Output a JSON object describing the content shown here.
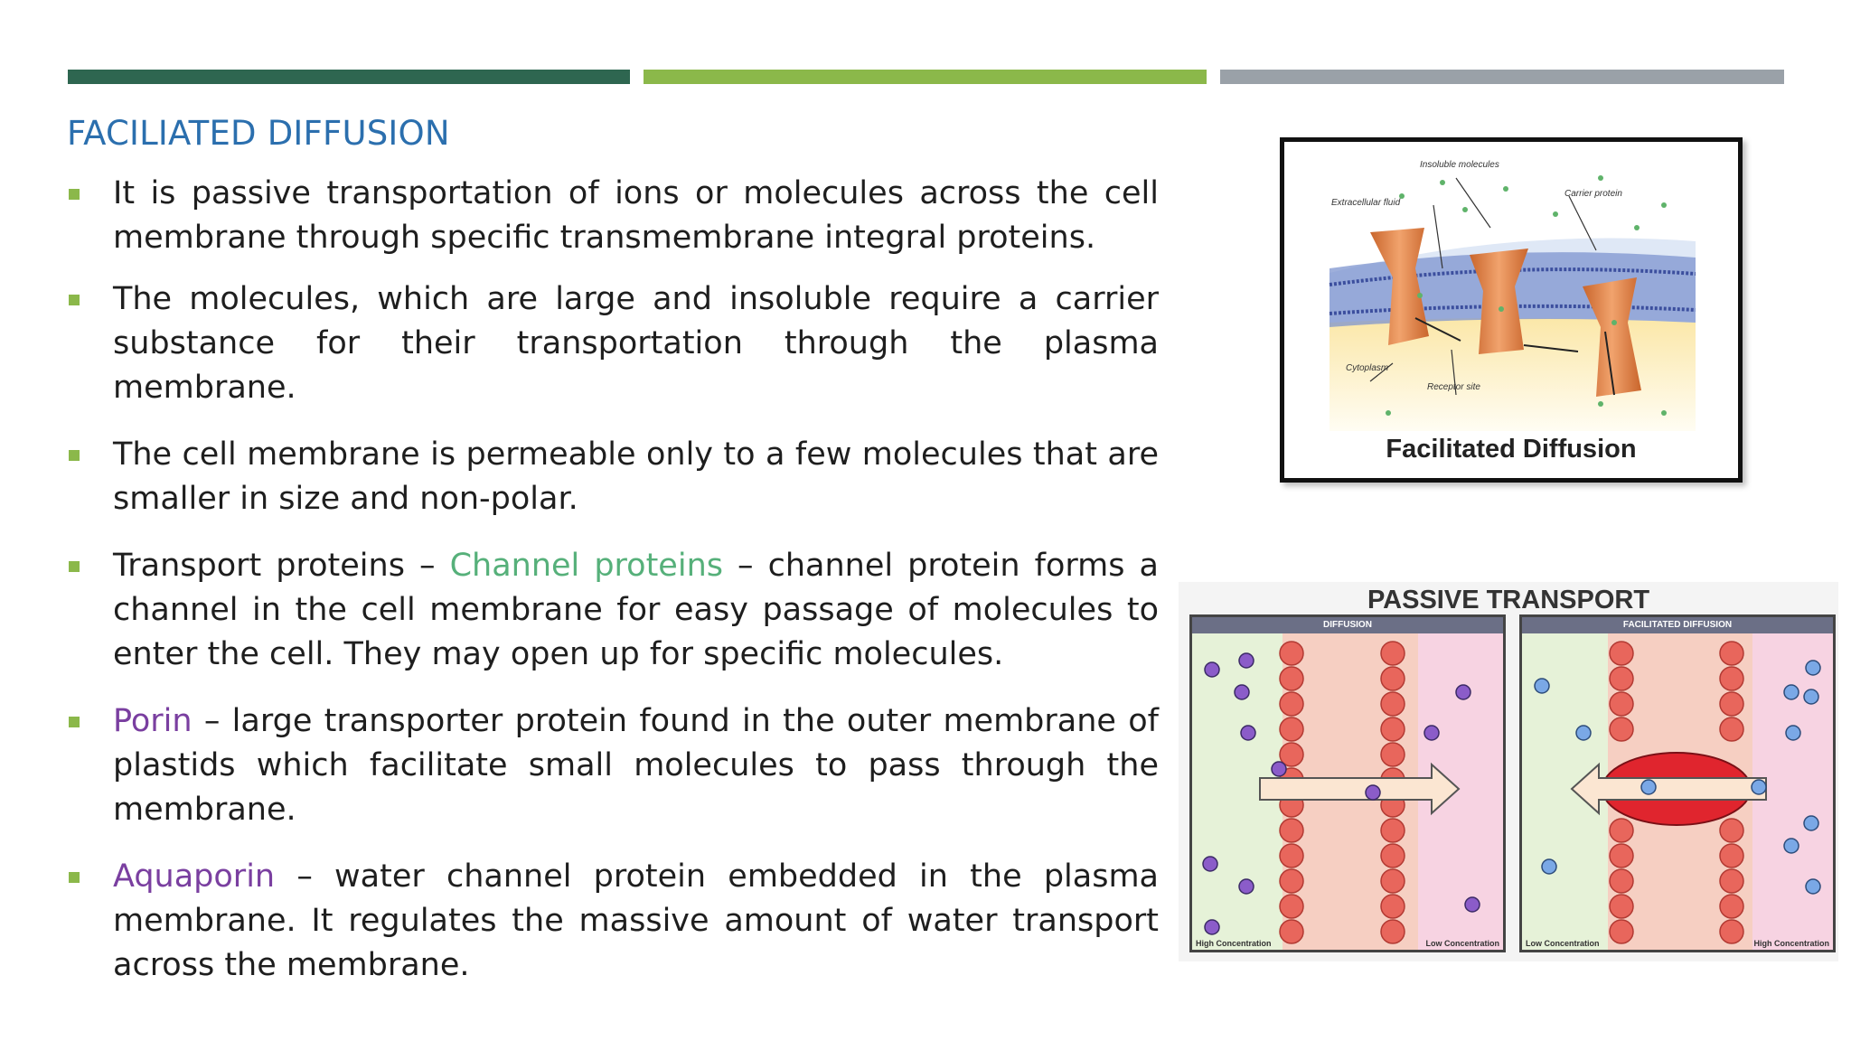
{
  "title": "FACILIATED DIFFUSION",
  "bullets": [
    {
      "text": "It is passive transportation of ions or molecules across the cell membrane through specific transmembrane integral proteins."
    },
    {
      "text": "The molecules, which are large and insoluble require a carrier substance for their transportation through the plasma membrane."
    },
    {
      "text": "The cell membrane is permeable only to a few molecules that are smaller in size and non-polar."
    },
    {
      "pre": "Transport proteins – ",
      "highlight": "Channel proteins",
      "post": " – channel protein forms a channel in the cell membrane for easy passage of molecules to enter the cell. They may open up for specific molecules."
    },
    {
      "highlight": "Porin",
      "post": " – large transporter protein found in the outer membrane of plastids which facilitate small molecules to pass through the membrane."
    },
    {
      "highlight": "Aquaporin",
      "post": " – water channel protein embedded in the plasma membrane. It regulates the massive amount of water transport across the membrane."
    }
  ],
  "figure1": {
    "caption": "Facilitated Diffusion",
    "labels": {
      "insoluble": "Insoluble molecules",
      "extracellular": "Extracellular fluid",
      "carrier": "Carrier protein",
      "cytoplasm": "Cytoplasm",
      "receptor": "Receptor site"
    }
  },
  "figure2": {
    "title": "PASSIVE TRANSPORT",
    "left_panel": {
      "heading": "DIFFUSION",
      "left_label": "High Concentration",
      "right_label": "Low Concentration"
    },
    "right_panel": {
      "heading": "FACILITATED DIFFUSION",
      "left_label": "Low Concentration",
      "right_label": "High Concentration"
    }
  },
  "colors": {
    "bar1": "#2e6650",
    "bar2": "#8bb84a",
    "bar3": "#9aa1a8",
    "title": "#2b6fae",
    "bullet_mark": "#8bb84a",
    "channel_highlight": "#56b07a",
    "protein_highlight": "#7a3fa0"
  }
}
